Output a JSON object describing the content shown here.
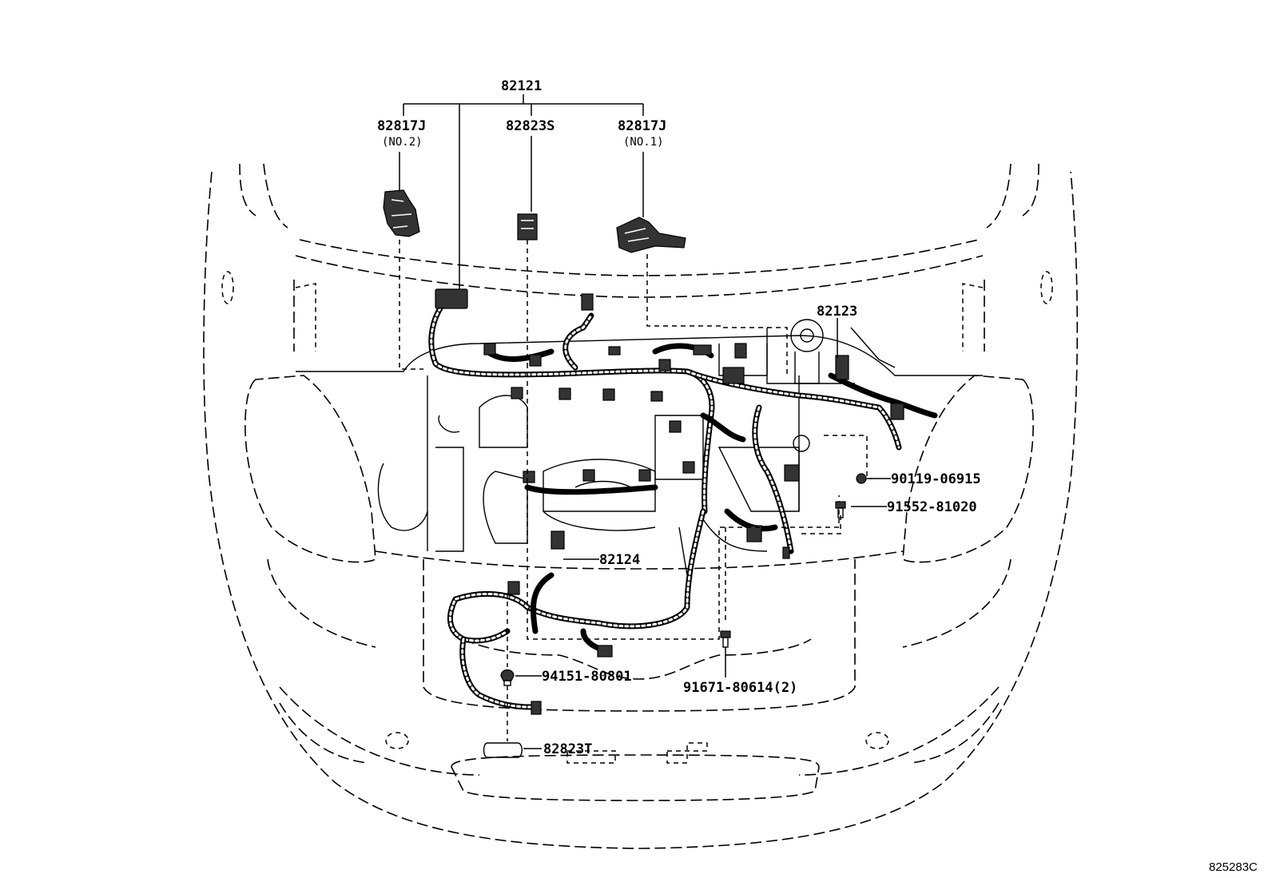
{
  "diagram": {
    "callouts": {
      "assembly": "82121",
      "clamp_no2": "82817J",
      "clamp_no2_note": "(NO.2)",
      "cover_s": "82823S",
      "clamp_no1": "82817J",
      "clamp_no1_note": "(NO.1)",
      "wire_82123": "82123",
      "wire_82124": "82124",
      "bolt_90119": "90119-06915",
      "bolt_91552": "91552-81020",
      "clip_94151": "94151-80801",
      "bolt_91671": "91671-80614(2)",
      "cover_t": "82823T"
    },
    "figure_number": "825283C"
  }
}
